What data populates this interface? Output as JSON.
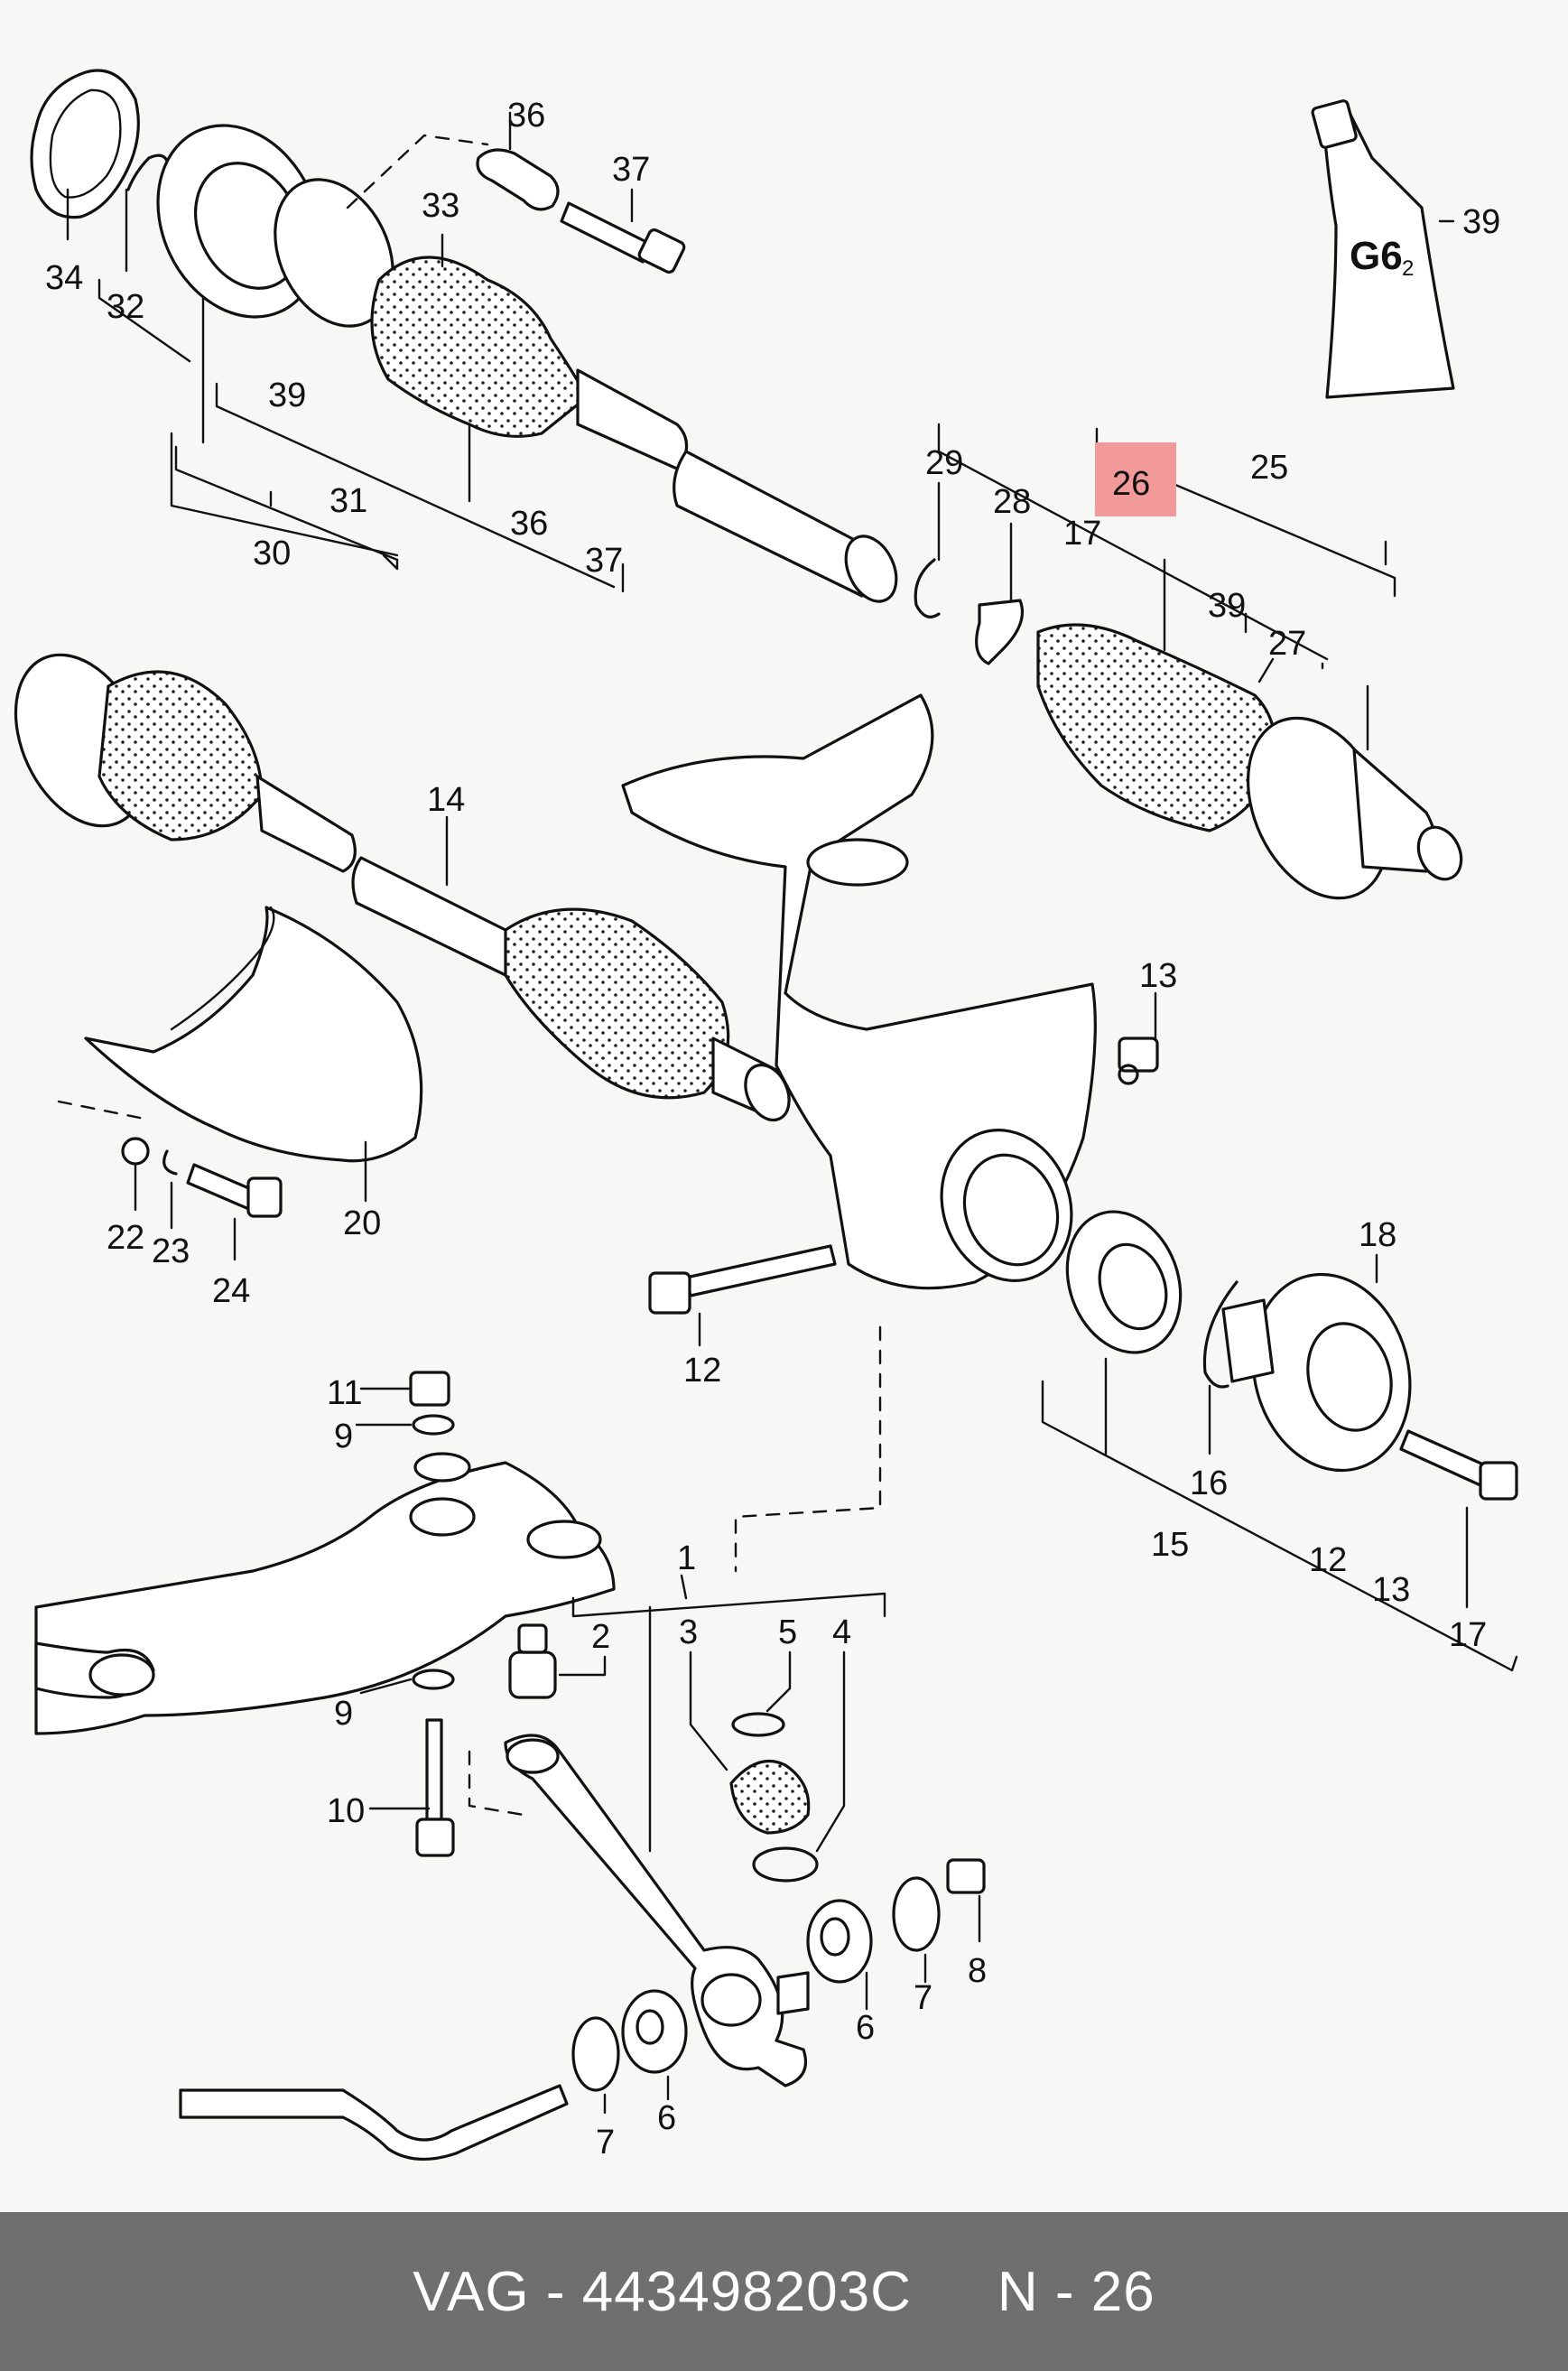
{
  "brand": "VAG",
  "part_number": "443498203C",
  "position": "N - 26",
  "footer_separator": "-",
  "highlight_color": "#f29a9a",
  "grease_tube_label": "G6",
  "grease_tube_sub": "2",
  "callouts": {
    "c34": "34",
    "c32": "32",
    "c36a": "36",
    "c37a": "37",
    "c33": "33",
    "c39a": "39",
    "c39b": "39",
    "c31": "31",
    "c36b": "36",
    "c37b": "37",
    "c30": "30",
    "c29": "29",
    "c28": "28",
    "c26": "26",
    "c17a": "17",
    "c25": "25",
    "c39c": "39",
    "c27": "27",
    "c14": "14",
    "c13": "13",
    "c18": "18",
    "c22": "22",
    "c23": "23",
    "c24": "24",
    "c20": "20",
    "c12a": "12",
    "c11": "11",
    "c9a": "9",
    "c1": "1",
    "c2": "2",
    "c3": "3",
    "c5": "5",
    "c4": "4",
    "c16": "16",
    "c15": "15",
    "c12b": "12",
    "c13b": "13",
    "c17b": "17",
    "c9b": "9",
    "c10": "10",
    "c6a": "6",
    "c7a": "7",
    "c8": "8",
    "c6b": "6",
    "c7b": "7"
  }
}
